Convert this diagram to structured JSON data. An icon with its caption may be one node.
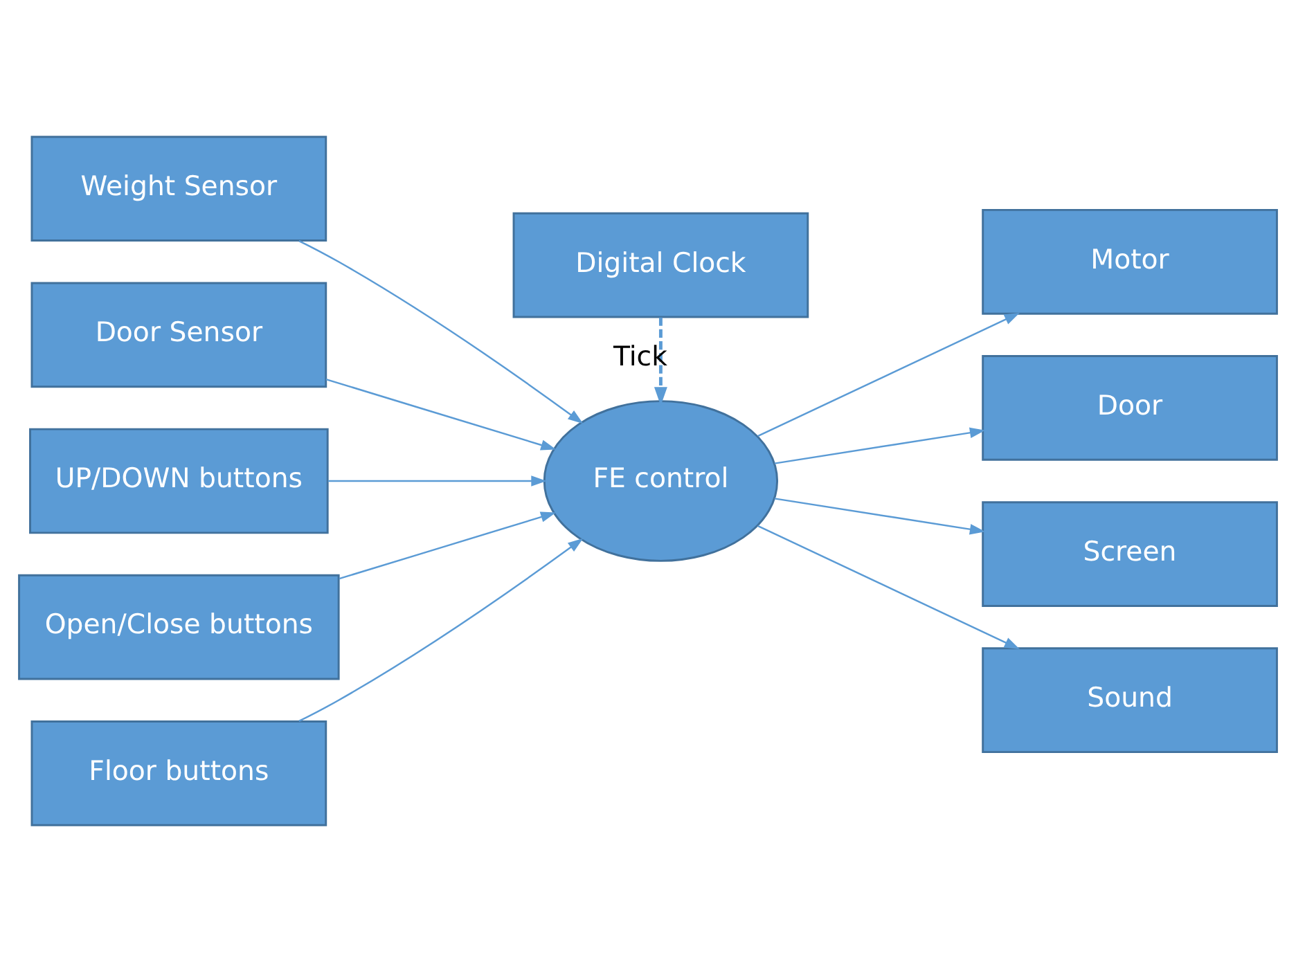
{
  "diagram": {
    "nodes": [
      {
        "text": [
          "Weight Sensor"
        ]
      },
      {
        "text": [
          "Door Sensor"
        ]
      },
      {
        "text": [
          "UP/DOWN buttons"
        ]
      },
      {
        "text": [
          "Open/Close buttons"
        ]
      },
      {
        "text": [
          "Floor buttons"
        ]
      },
      {
        "text": [
          "FE control"
        ]
      },
      {
        "text": [
          "Motor"
        ]
      },
      {
        "text": [
          "Door"
        ]
      },
      {
        "text": [
          "Screen"
        ]
      },
      {
        "text": [
          "Sound"
        ]
      },
      {
        "text": [
          "Digital Clock"
        ]
      }
    ],
    "edges": [
      {
        "from": 0,
        "to": 5,
        "arrow": "to"
      },
      {
        "from": 1,
        "to": 5,
        "arrow": "to"
      },
      {
        "from": 2,
        "to": 5,
        "arrow": "to"
      },
      {
        "from": 3,
        "to": 5,
        "arrow": "to"
      },
      {
        "from": 4,
        "to": 5,
        "arrow": "to"
      },
      {
        "from": 5,
        "to": 6,
        "arrow": "to"
      },
      {
        "from": 5,
        "to": 7,
        "arrow": "to"
      },
      {
        "from": 5,
        "to": 8,
        "arrow": "to"
      },
      {
        "from": 5,
        "to": 9,
        "arrow": "to"
      },
      {
        "from": 10,
        "to": 5,
        "arrow": "to",
        "label": "Tick",
        "style": "dashed"
      }
    ]
  }
}
